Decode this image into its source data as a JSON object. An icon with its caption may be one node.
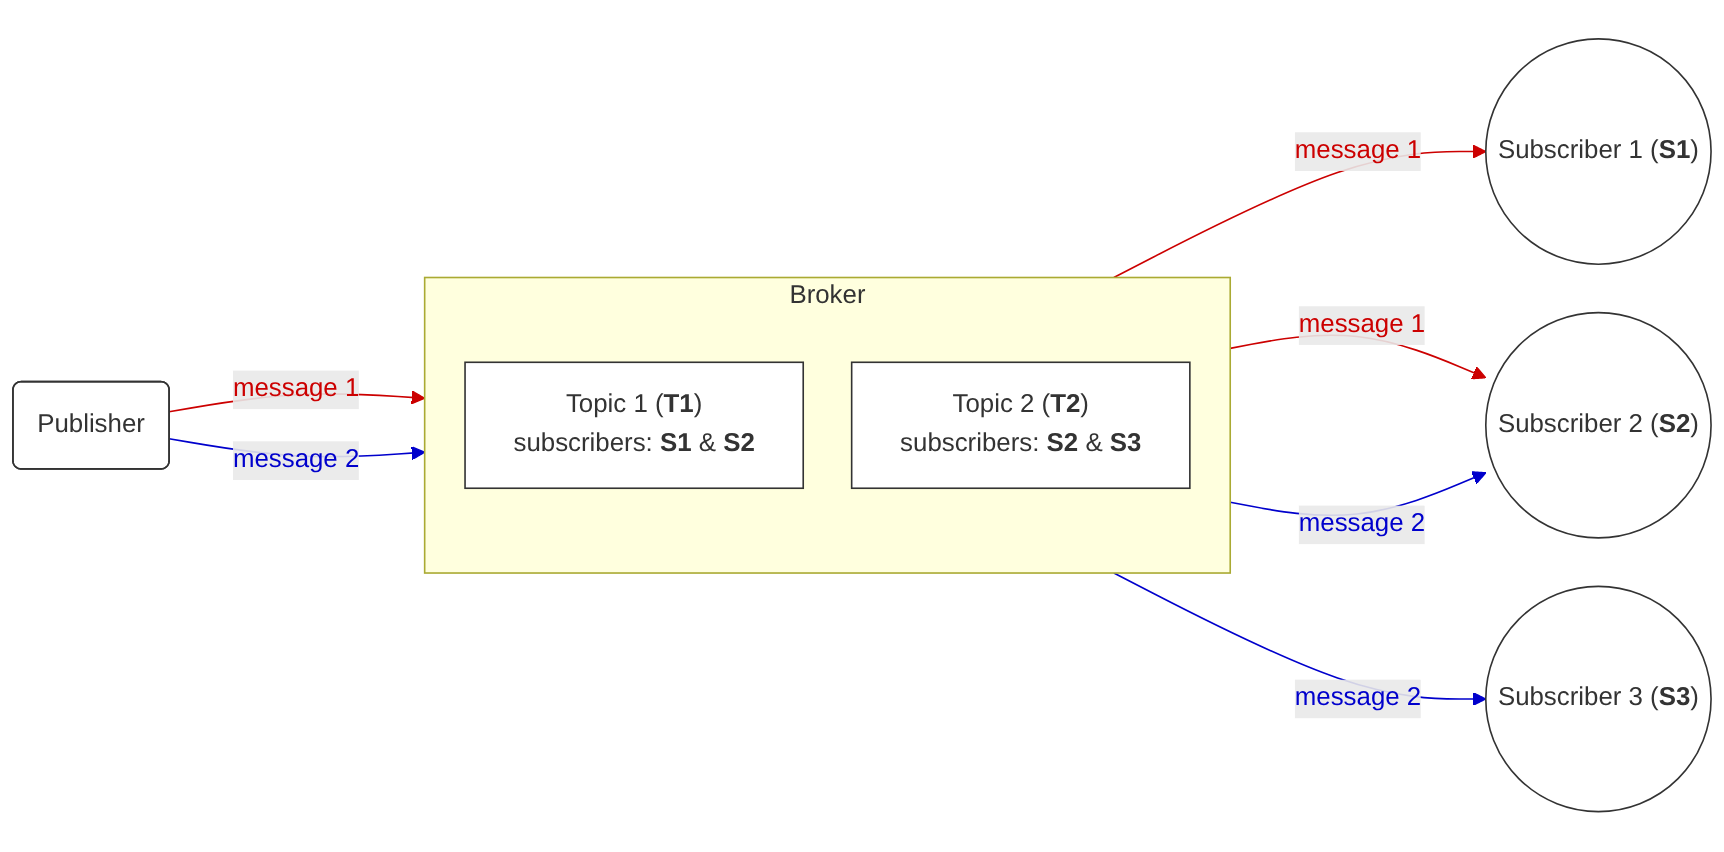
{
  "diagram": {
    "nodes": [
      {
        "text": [
          "Publisher"
        ]
      },
      {
        "text": [
          "Broker"
        ]
      },
      {
        "text": [
          "Topic 1 (**T1**)",
          "subscribers: **S1** & **S2**"
        ],
        "in": 1
      },
      {
        "text": [
          "Topic 2 (**T2**)",
          "subscribers: **S2** & **S3**"
        ],
        "in": 1
      },
      {
        "text": [
          "Subscriber 1 (**S1**)"
        ]
      },
      {
        "text": [
          "Subscriber 2 (**S2**)"
        ]
      },
      {
        "text": [
          "Subscriber 3 (**S3**)"
        ]
      }
    ],
    "edges": [
      {
        "from": 0,
        "to": 1,
        "arrow": "to",
        "label": "message 1",
        "color": "#cc0000"
      },
      {
        "from": 0,
        "to": 1,
        "arrow": "to",
        "label": "message 2",
        "color": "#0000cc"
      },
      {
        "from": 1,
        "to": 4,
        "arrow": "to",
        "label": "message 1",
        "color": "#cc0000"
      },
      {
        "from": 1,
        "to": 5,
        "arrow": "to",
        "label": "message 1",
        "color": "#cc0000"
      },
      {
        "from": 1,
        "to": 5,
        "arrow": "to",
        "label": "message 2",
        "color": "#0000cc"
      },
      {
        "from": 1,
        "to": 6,
        "arrow": "to",
        "label": "message 2",
        "color": "#0000cc"
      }
    ]
  }
}
